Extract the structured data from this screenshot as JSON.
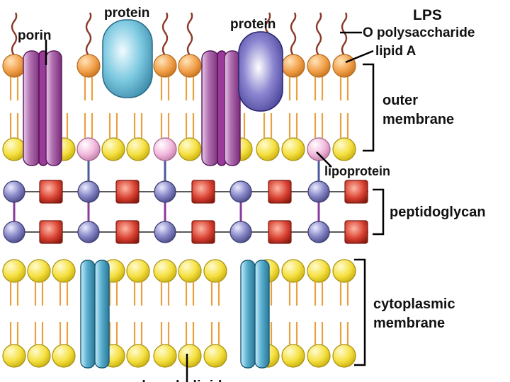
{
  "labels": {
    "porin": "porin",
    "protein_left": "protein",
    "protein_right": "protein",
    "lps": "LPS",
    "o_polysaccharide": "O polysaccharide",
    "lipid_a": "lipid A",
    "outer_membrane_line1": "outer",
    "outer_membrane_line2": "membrane",
    "lipoprotein": "lipoprotein",
    "peptidoglycan": "peptidoglycan",
    "cytoplasmic_line1": "cytoplasmic",
    "cytoplasmic_line2": "membrane",
    "phospholipid": "phospholipid"
  },
  "colors": {
    "lipid_a_head": "#f2a04a",
    "phospholipid_head": "#f5e040",
    "lipoprotein_head": "#f2b8dc",
    "tail": "#e8a040",
    "polysaccharide_chain": "#8a3a2a",
    "porin": "#9a3a9a",
    "protein_left": "#7cc8e0",
    "protein_right": "#7a74c0",
    "cytoplasmic_channel": "#5ab0d0",
    "nag_sugar": "#8888c8",
    "nam_sugar": "#d84030",
    "peptide_crosslink": "#8a3a9a",
    "lipoprotein_link": "#4a5a9a"
  }
}
